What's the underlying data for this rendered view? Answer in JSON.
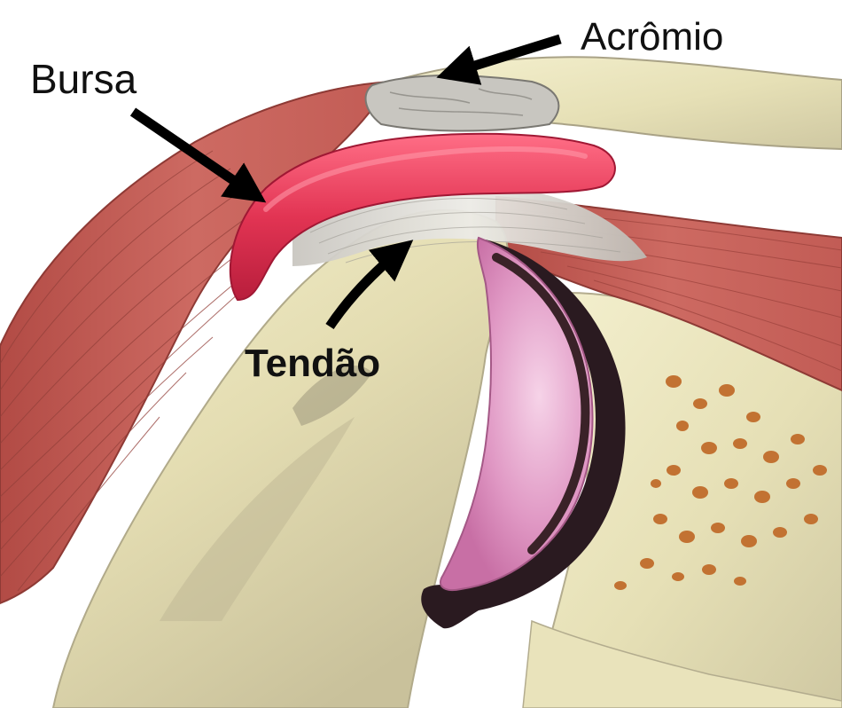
{
  "labels": {
    "bursa": "Bursa",
    "acromio": "Acrômio",
    "tendao": "Tendão"
  },
  "colors": {
    "background": "#ffffff",
    "muscle": "#c4605a",
    "muscle_fiber": "#8e3a35",
    "bone": "#ece7c0",
    "bone_shadow": "#b9b394",
    "bursa": "#e0304f",
    "tendon": "#d9d6d0",
    "cartilage": "#d97fb4",
    "joint_line": "#2a1a20",
    "marrow": "#c07030",
    "arrow": "#000000",
    "label_text": "#111111"
  }
}
